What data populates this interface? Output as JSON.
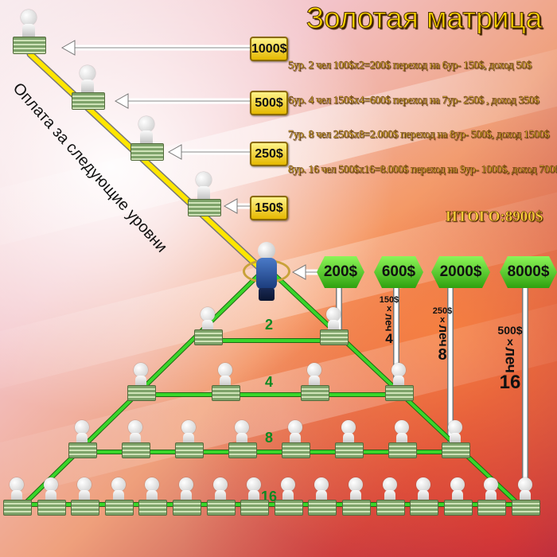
{
  "title": "Золотая матрица",
  "info_lines": [
    "5ур. 2 чел 100$х2=200$ переход на 6ур- 150$, доход 50$",
    "6ур. 4 чел 150$х4=600$ переход на 7ур- 250$ , доход 350$",
    "7ур. 8 чел 250$х8=2.000$ переход на 8ур- 500$, доход 1500$",
    "8ур. 16 чел 500$х16=8.000$ переход на 9ур- 1000$, доход 7000$"
  ],
  "total": "ИТОГО:8900$",
  "diagonal_caption": "Оплата за следующие уровни",
  "payment_signs": [
    "1000$",
    "500$",
    "250$",
    "150$"
  ],
  "income_boxes": [
    "200$",
    "600$",
    "2000$",
    "8000$"
  ],
  "vertical_labels": [
    {
      "amount": "150$",
      "x": "х",
      "word": "леч",
      "count": "4"
    },
    {
      "amount": "250$",
      "x": "х",
      "word": "леч",
      "count": "8"
    },
    {
      "amount": "500$",
      "x": "х",
      "word": "леч",
      "count": "16"
    }
  ],
  "level_counts": [
    "2",
    "4",
    "8",
    "16"
  ],
  "colors": {
    "title": "#ffd700",
    "info": "#ffd23a",
    "green_line": "#39d62a",
    "yellow_line": "#ffe600",
    "level_text": "#0b8a22"
  },
  "icons": {
    "person": "person-with-money-icon",
    "arrow": "left-arrow-icon"
  }
}
